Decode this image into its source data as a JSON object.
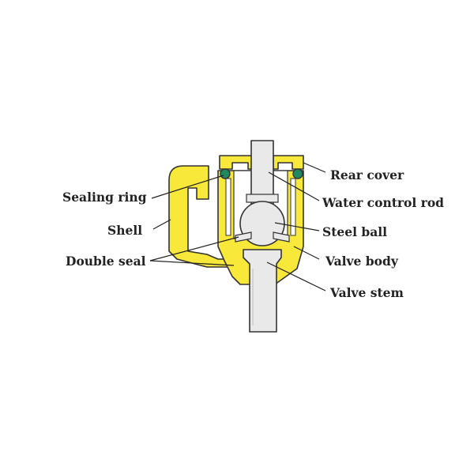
{
  "labels": {
    "rear_cover": "Rear cover",
    "water_control_rod": "Water control rod",
    "steel_ball": "Steel ball",
    "valve_body": "Valve body",
    "valve_stem": "Valve stem",
    "sealing_ring": "Sealing ring",
    "shell": "Shell",
    "double_seal": "Double seal"
  },
  "colors": {
    "housing": "#F7E83A",
    "part": "#E9E9E9",
    "seal": "#1F8A62",
    "outline": "#333333",
    "text": "#222222"
  }
}
